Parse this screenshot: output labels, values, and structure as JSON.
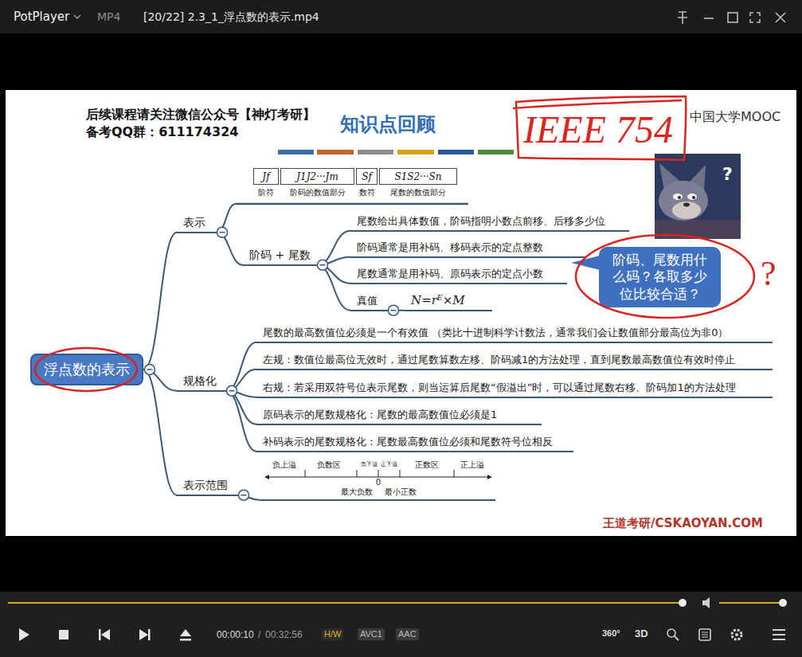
{
  "diagram": {
    "title": "知识点回顾",
    "nodes": [
      {
        "text": [
          "浮点数的表示"
        ]
      },
      {
        "text": [
          "表示"
        ]
      },
      {
        "text": [
          "Jf",
          "阶符"
        ]
      },
      {
        "text": [
          "J1J2···Jm",
          "阶码的数值部分"
        ]
      },
      {
        "text": [
          "Sf",
          "数符"
        ]
      },
      {
        "text": [
          "S1S2···Sn",
          "尾数的数值部分"
        ]
      },
      {
        "text": [
          "阶码 + 尾数"
        ]
      },
      {
        "text": [
          "尾数给出具体数值，阶码指明小数点前移、后移多少位"
        ]
      },
      {
        "text": [
          "阶码通常是用补码、移码表示的定点整数"
        ]
      },
      {
        "text": [
          "尾数通常是用补码、原码表示的定点小数"
        ]
      },
      {
        "text": [
          "真值"
        ]
      },
      {
        "text": [
          "N=rᴱ×M"
        ]
      },
      {
        "text": [
          "规格化"
        ]
      },
      {
        "text": [
          "尾数的最高数值位必须是一个有效值 （类比十进制科学计数法，通常我们会让数值部分最高位为非0）"
        ]
      },
      {
        "text": [
          "左规：数值位最高位无效时，通过尾数算数左移、阶码减1的方法处理，直到尾数最高数值位有效时停止"
        ]
      },
      {
        "text": [
          "右规：若采用双符号位表示尾数，则当运算后尾数“假溢出”时，可以通过尾数右移、阶码加1的方法处理"
        ]
      },
      {
        "text": [
          "原码表示的尾数规格化：尾数的最高数值位必须是1"
        ]
      },
      {
        "text": [
          "补码表示的尾数规格化：尾数最高数值位必须和尾数符号位相反"
        ]
      },
      {
        "text": [
          "表示范围"
        ]
      },
      {
        "text": [
          "负上溢",
          "负数区",
          "负下溢",
          "正下溢",
          "正数区",
          "正上溢",
          "0",
          "最大负数",
          "最小正数"
        ]
      },
      {
        "text": [
          "阶码、尾数用什么码？各取多少位比较合适？"
        ]
      }
    ],
    "edges": [
      {
        "from": 0,
        "to": 1,
        "arrow": "none"
      },
      {
        "from": 0,
        "to": 12,
        "arrow": "none"
      },
      {
        "from": 0,
        "to": 18,
        "arrow": "none"
      },
      {
        "from": 1,
        "to": 2,
        "arrow": "none"
      },
      {
        "from": 1,
        "to": 6,
        "arrow": "none"
      },
      {
        "from": 6,
        "to": 7,
        "arrow": "none"
      },
      {
        "from": 6,
        "to": 8,
        "arrow": "none"
      },
      {
        "from": 6,
        "to": 9,
        "arrow": "none"
      },
      {
        "from": 6,
        "to": 10,
        "arrow": "none"
      },
      {
        "from": 10,
        "to": 11,
        "arrow": "none"
      },
      {
        "from": 12,
        "to": 13,
        "arrow": "none"
      },
      {
        "from": 12,
        "to": 14,
        "arrow": "none"
      },
      {
        "from": 12,
        "to": 15,
        "arrow": "none"
      },
      {
        "from": 12,
        "to": 16,
        "arrow": "none"
      },
      {
        "from": 12,
        "to": 17,
        "arrow": "none"
      },
      {
        "from": 18,
        "to": 19,
        "arrow": "none"
      }
    ],
    "labels": [
      "PotPlayer",
      "MP4",
      "[20/22] 2.3_1_浮点数的表示.mp4",
      "后续课程请关注微信公众号【神灯考研】",
      "备考QQ群：611174324",
      "中国大学MOOC",
      "IEEE 754",
      "?",
      "?",
      "王道考研/CSKAOYAN.COM",
      "00:00:10",
      "/",
      "00:32:56",
      "H/W",
      "AVC1",
      "AAC",
      "360°",
      "3D"
    ]
  }
}
